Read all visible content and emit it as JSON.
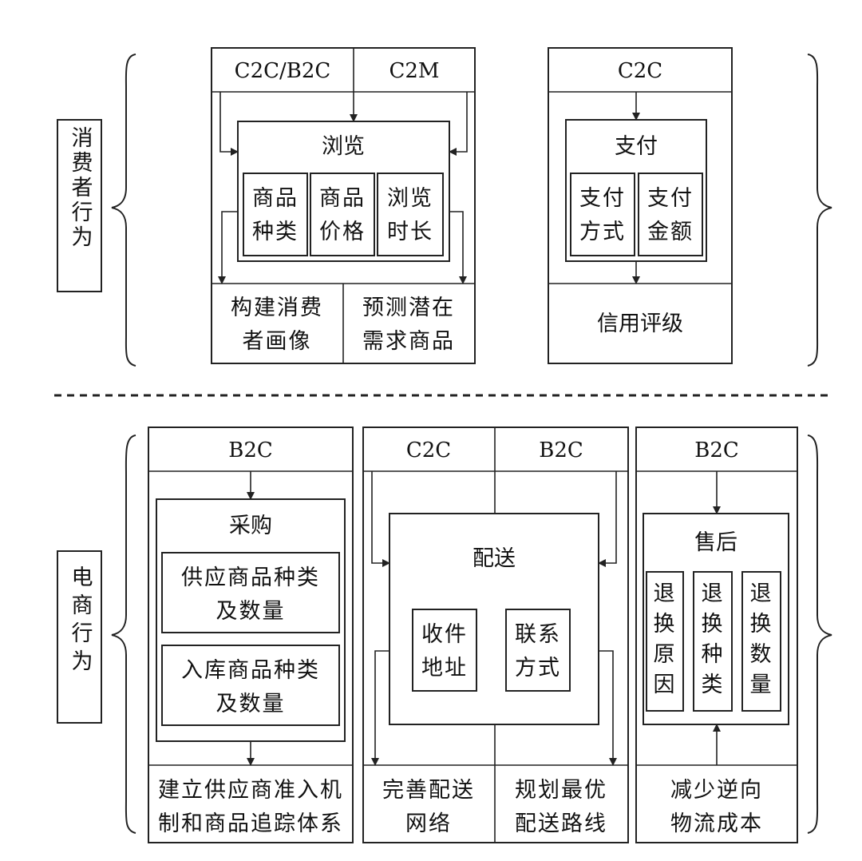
{
  "consumer": {
    "side_label": "消费者行为",
    "block1": {
      "header_left": "C2C/B2C",
      "header_right": "C2M",
      "browse": {
        "title": "浏览",
        "items": [
          "商品种类",
          "商品价格",
          "浏览时长"
        ]
      },
      "outputs": [
        "构建消费者画像",
        "预测潜在需求商品"
      ]
    },
    "block2": {
      "header": "C2C",
      "pay": {
        "title": "支付",
        "items": [
          "支付方式",
          "支付金额"
        ]
      },
      "output": "信用评级"
    }
  },
  "ecommerce": {
    "side_label": "电商行为",
    "block1": {
      "header": "B2C",
      "purchase": {
        "title": "采购",
        "items": [
          "供应商品种类及数量",
          "入库商品种类及数量"
        ]
      },
      "output": "建立供应商准入机制和商品追踪体系"
    },
    "block2": {
      "header_left": "C2C",
      "header_right": "B2C",
      "delivery": {
        "title": "配送",
        "items": [
          "收件地址",
          "联系方式"
        ]
      },
      "outputs": [
        "完善配送网络",
        "规划最优配送路线"
      ]
    },
    "block3": {
      "header": "B2C",
      "aftersale": {
        "title": "售后",
        "items": [
          "退换原因",
          "退换种类",
          "退换数量"
        ]
      },
      "output": "减少逆向物流成本"
    }
  }
}
